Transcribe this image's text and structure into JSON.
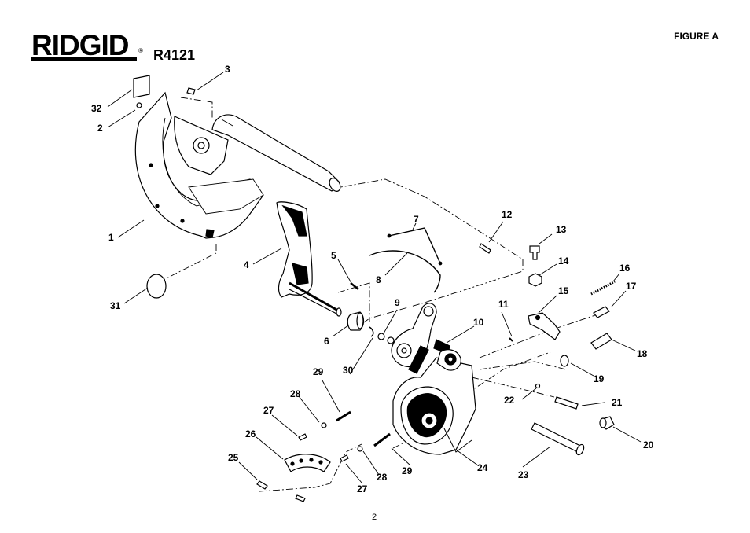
{
  "brand": "RIDGID",
  "registered_mark": "®",
  "model": "R4121",
  "figure_label": "FIGURE A",
  "page_number": "2",
  "callouts": [
    "1",
    "2",
    "3",
    "4",
    "5",
    "6",
    "7",
    "8",
    "9",
    "10",
    "11",
    "12",
    "13",
    "14",
    "15",
    "16",
    "17",
    "18",
    "19",
    "20",
    "21",
    "22",
    "23",
    "24",
    "25",
    "26",
    "27",
    "27",
    "28",
    "28",
    "29",
    "29",
    "30",
    "31",
    "32"
  ]
}
